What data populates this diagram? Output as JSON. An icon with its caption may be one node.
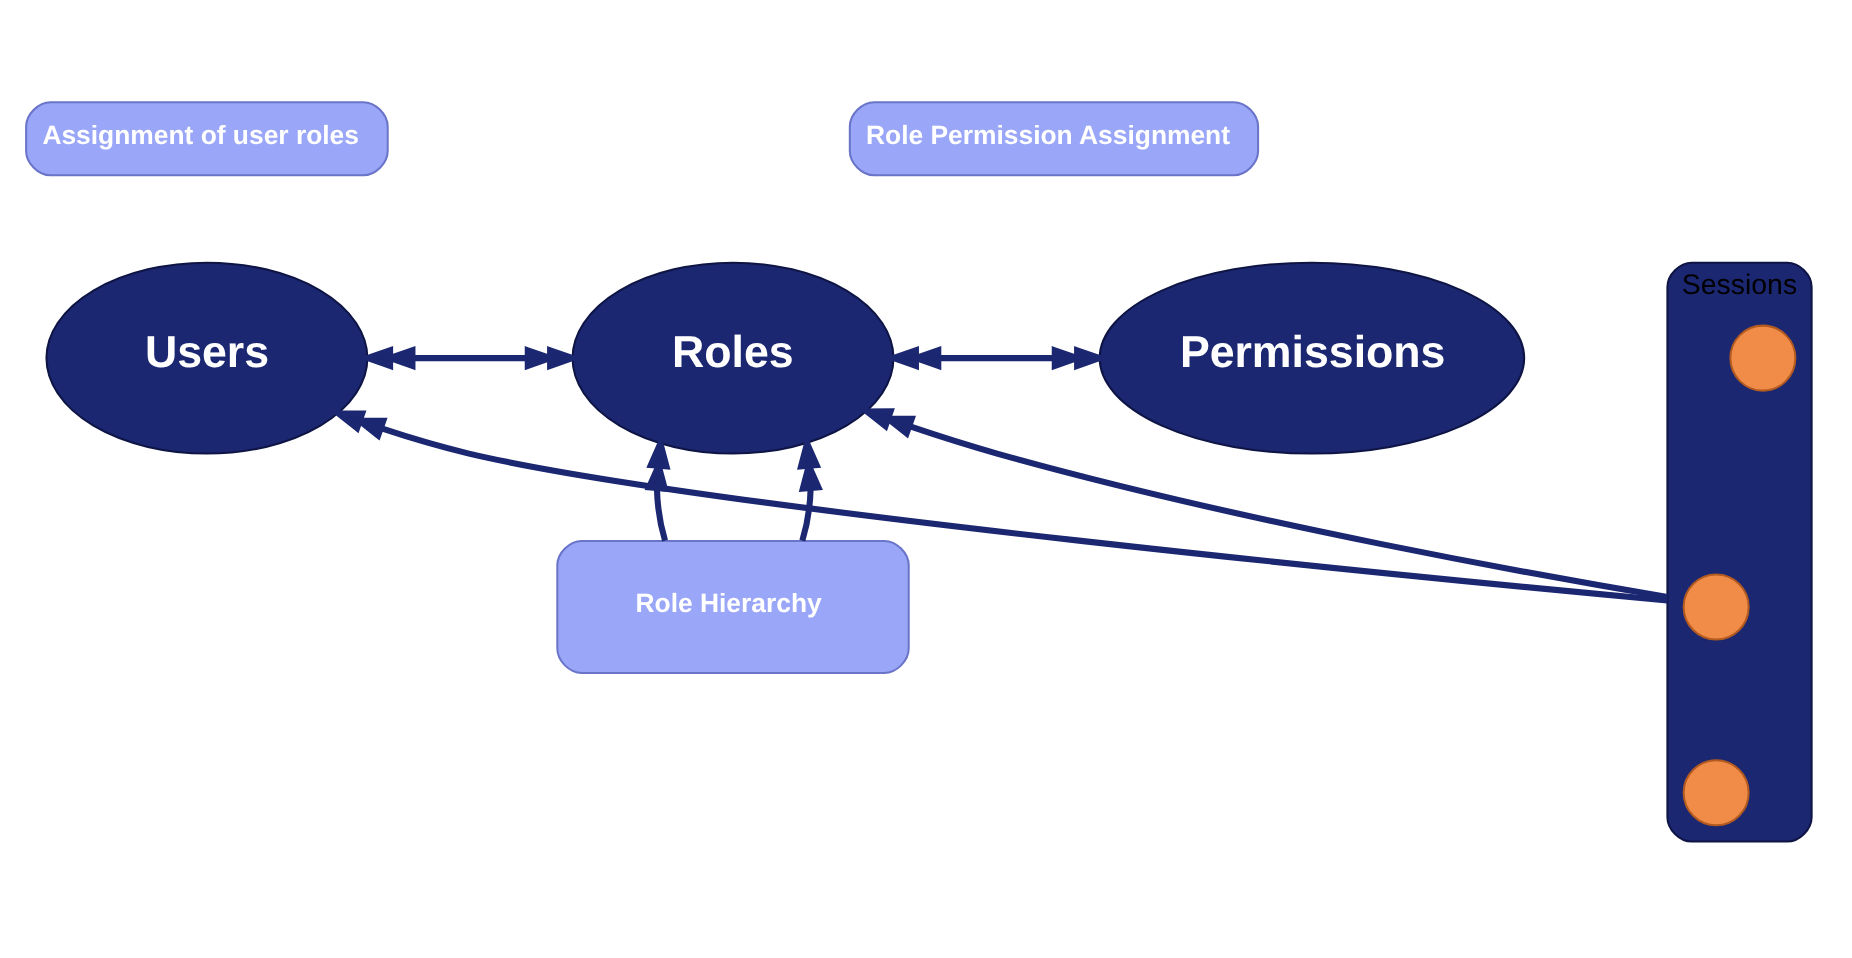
{
  "diagram": {
    "nodes": [
      {
        "text": [
          "Users"
        ]
      },
      {
        "text": [
          "Roles"
        ]
      },
      {
        "text": [
          "Permissions"
        ]
      },
      {
        "text": [
          "Assignment of user roles"
        ]
      },
      {
        "text": [
          "Role Permission Assignment"
        ]
      },
      {
        "text": [
          "Sessions"
        ]
      },
      {
        "text": [],
        "shape": "circle",
        "in": 5
      },
      {
        "text": [],
        "shape": "circle",
        "in": 5
      },
      {
        "text": [],
        "shape": "circle",
        "in": 5
      },
      {
        "text": [
          "Role Hierarchy"
        ]
      }
    ],
    "edges": [
      {
        "from": 0,
        "to": 1,
        "arrow": "both"
      },
      {
        "from": 1,
        "to": 2,
        "arrow": "both"
      },
      {
        "from": 5,
        "to": 0,
        "arrow": "to"
      },
      {
        "from": 5,
        "to": 1,
        "arrow": "to"
      },
      {
        "from": 9,
        "to": 1,
        "arrow": "to"
      },
      {
        "from": 9,
        "to": 1,
        "arrow": "to"
      }
    ]
  }
}
